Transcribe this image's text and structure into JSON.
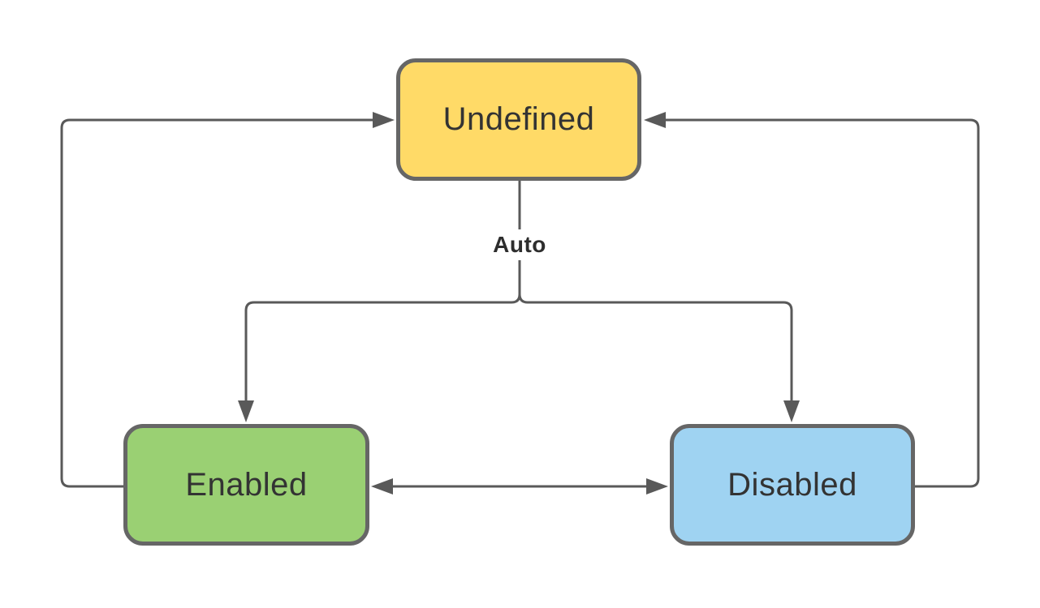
{
  "diagram": {
    "type": "state-machine",
    "nodes": [
      {
        "id": "undefined",
        "label": "Undefined",
        "fill": "#FFDA67",
        "border": "#666666"
      },
      {
        "id": "enabled",
        "label": "Enabled",
        "fill": "#9AD073",
        "border": "#666666"
      },
      {
        "id": "disabled",
        "label": "Disabled",
        "fill": "#9FD3F2",
        "border": "#666666"
      }
    ],
    "edges": [
      {
        "id": "auto-branch",
        "from": "Undefined",
        "to": [
          "Enabled",
          "Disabled"
        ],
        "label": "Auto",
        "arrow": "forward"
      },
      {
        "id": "enabled-to-undefined",
        "from": "Enabled",
        "to": "Undefined",
        "label": "",
        "arrow": "forward"
      },
      {
        "id": "disabled-to-undefined",
        "from": "Disabled",
        "to": "Undefined",
        "label": "",
        "arrow": "forward"
      },
      {
        "id": "enabled-disabled",
        "from": "Enabled",
        "to": "Disabled",
        "label": "",
        "arrow": "both"
      }
    ],
    "colors": {
      "line": "#595959",
      "node_text": "#333333",
      "label_text": "#2D2D2D",
      "background": "#FFFFFF"
    }
  }
}
